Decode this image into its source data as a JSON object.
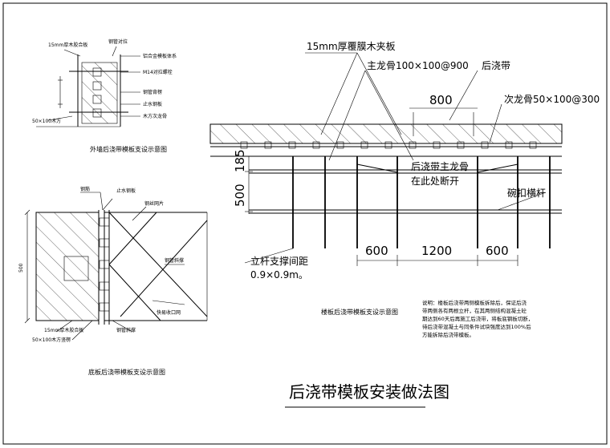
{
  "right_section": {
    "plywood_label": "15mm厚覆膜木夹板",
    "main_joist_label": "主龙骨100×100@900",
    "post_pour_strip_label": "后浇带",
    "dim_800": "800",
    "secondary_joist_label": "次龙骨50×100@300",
    "dim_185": "185",
    "dim_500": "500",
    "strip_main_joist_note_1": "后浇带主龙骨",
    "strip_main_joist_note_2": "在此处断开",
    "bowl_buckle_label": "碗扣横杆",
    "dim_600_left": "600",
    "dim_1200": "1200",
    "dim_600_right": "600",
    "pole_spacing_label": "立杆支撑间距",
    "pole_spacing_value": "0.9×0.9m。",
    "subtitle": "楼板后浇带模板支设示意图"
  },
  "top_left_detail": {
    "caption": "外墙后浇带模板支设示意图",
    "callouts": [
      "铝合金模板体系",
      "M14对拉螺栓",
      "钢管背楞",
      "止水钢板",
      "木方次龙骨",
      "50×100木方",
      "15mm厚木胶合板",
      "钢管对拉"
    ]
  },
  "bottom_left_detail": {
    "caption": "底板后浇带模板支设示意图",
    "callouts_top": [
      "钢筋",
      "止水钢板",
      "钢丝网片"
    ],
    "callouts_right": [
      "钢管斜撑",
      "快易收口网"
    ],
    "callouts_bottom": [
      "15mm厚木胶合板",
      "50×100木方竖楞",
      "钢管斜撑"
    ],
    "dim_text": "500"
  },
  "notes": {
    "lines": [
      "说明：楼板后浇带两侧模板拆除后，保证后浇",
      "带两侧各有两根立杆，在其两侧结构混凝土砼",
      "期达到60天后再施工后浇带，将板底钢板切断，",
      "待后浇带混凝土与同条件试块强度达到100%后",
      "方能拆除后浇带模板。"
    ]
  },
  "main_title": "后浇带模板安装做法图"
}
